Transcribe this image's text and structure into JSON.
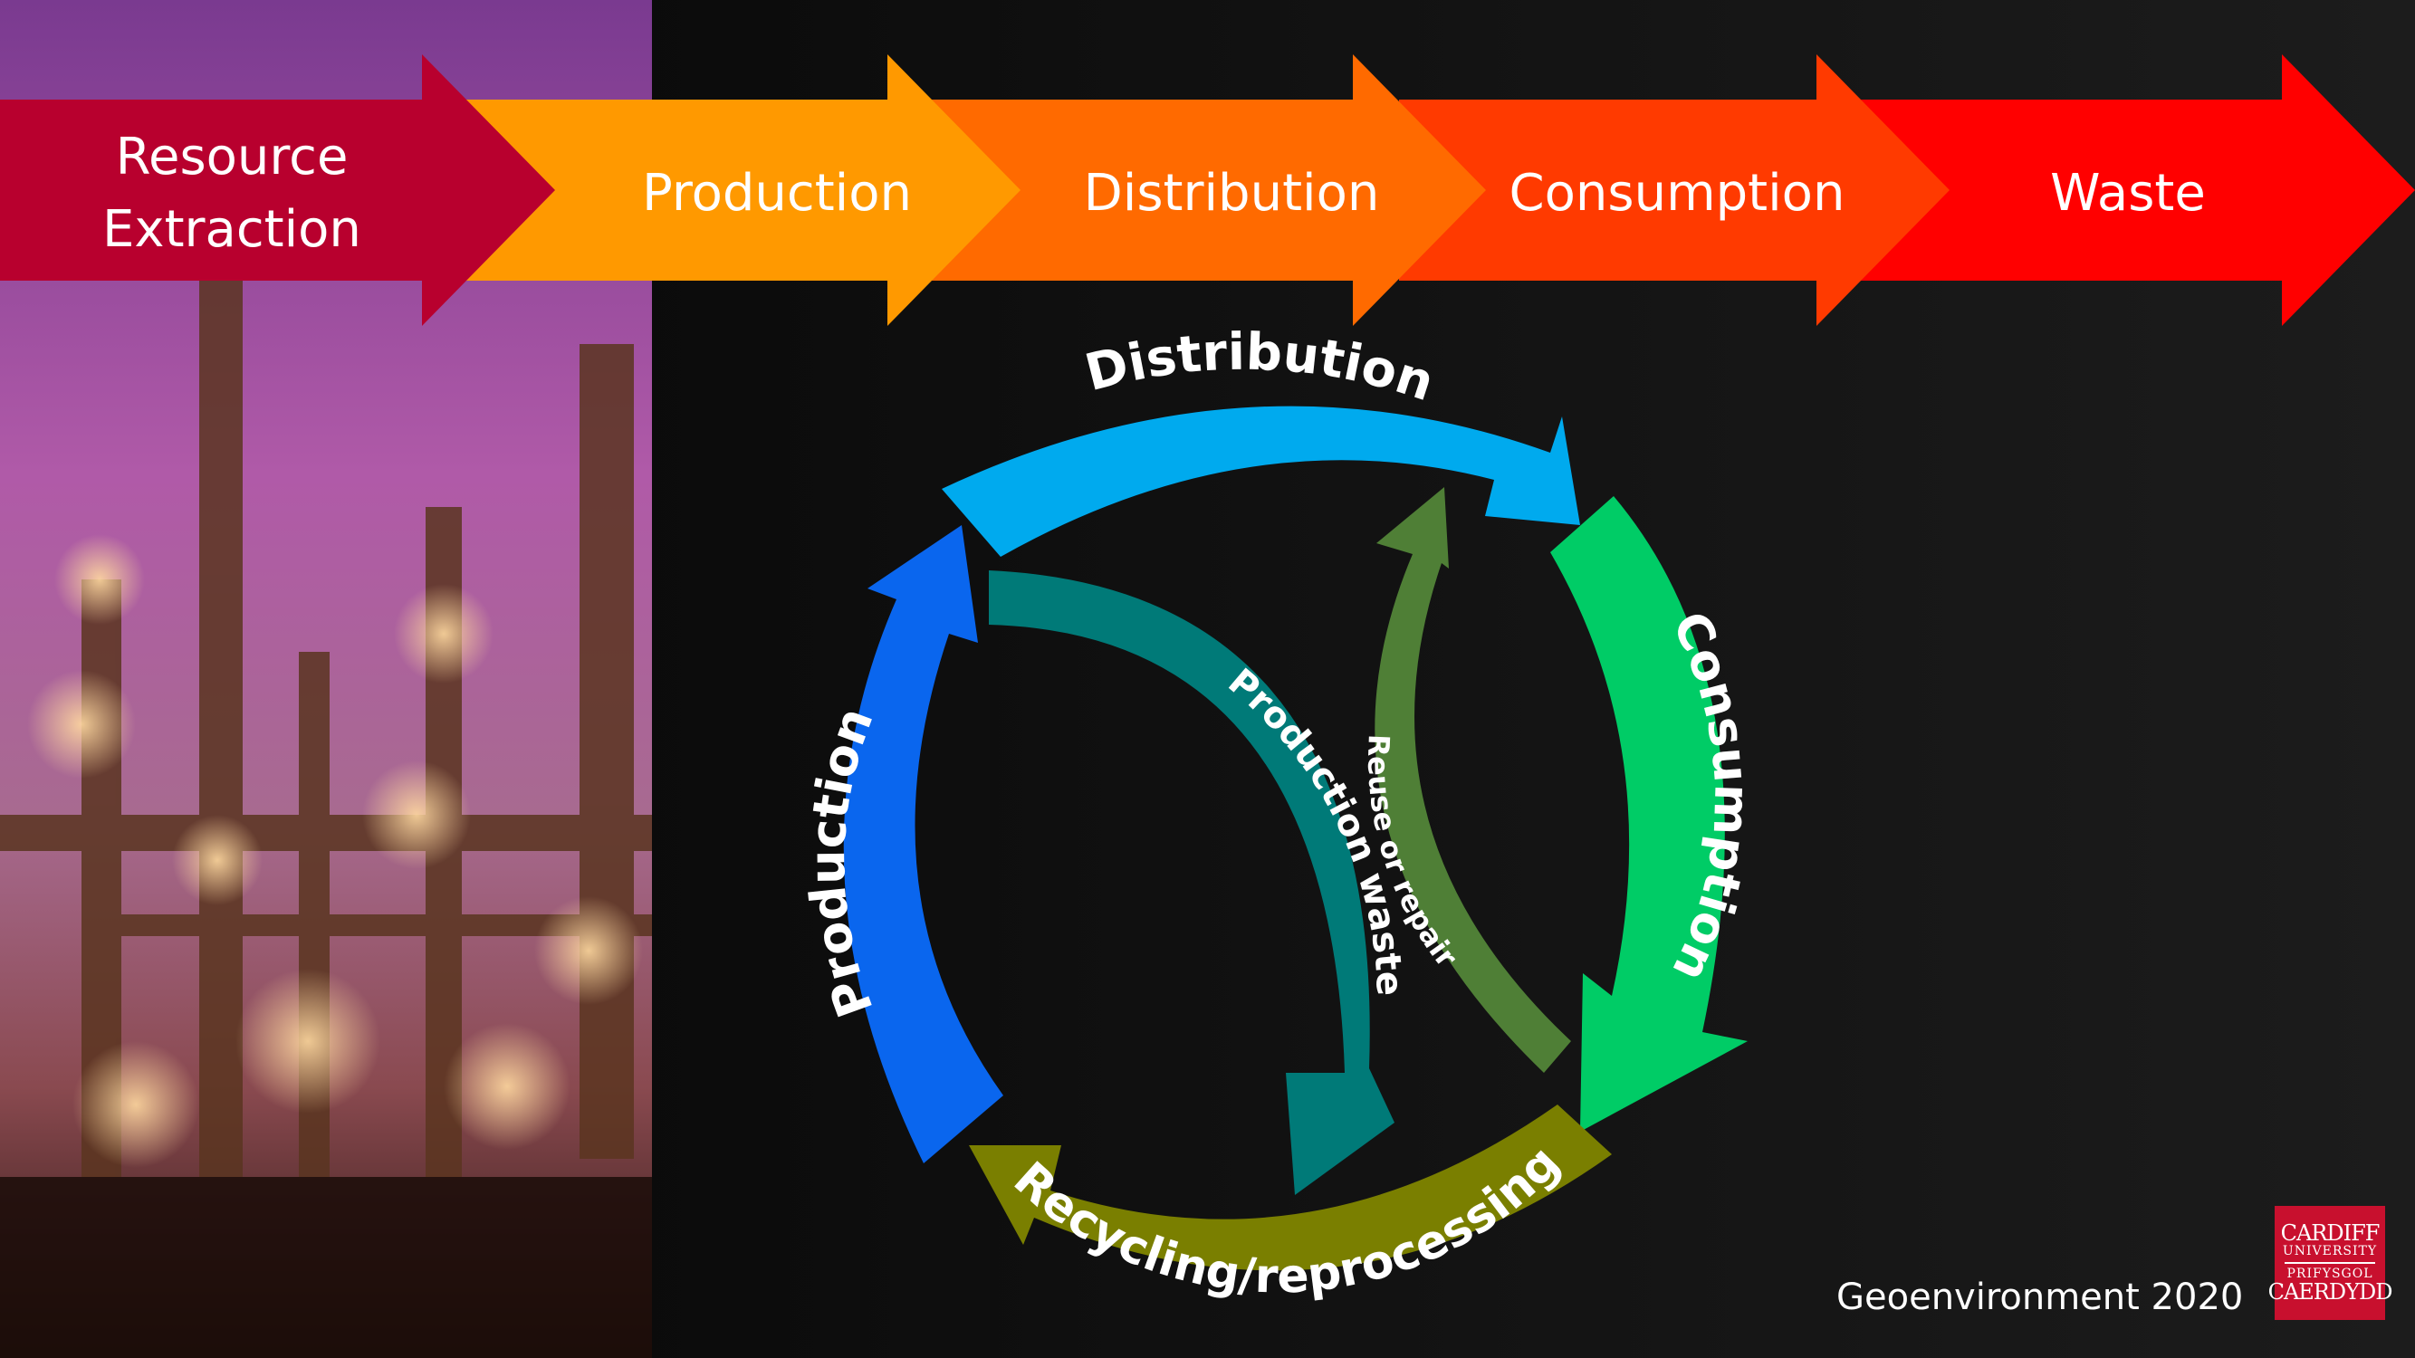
{
  "colors": {
    "resource_extraction": "#b8002e",
    "production": "#ff9900",
    "distribution": "#ff6a00",
    "consumption": "#ff3a00",
    "waste": "#ff0000",
    "cycle_distribution": "#00aaee",
    "cycle_consumption": "#00cc66",
    "cycle_recycling": "#7a7f00",
    "cycle_production": "#0a66ee",
    "production_waste": "#007a78",
    "reuse_or_repair": "#4f7f36"
  },
  "linear_chain": {
    "steps": [
      {
        "lines": [
          "Resource",
          "Extraction"
        ]
      },
      {
        "lines": [
          "Production"
        ]
      },
      {
        "lines": [
          "Distribution"
        ]
      },
      {
        "lines": [
          "Consumption"
        ]
      },
      {
        "lines": [
          "Waste"
        ]
      }
    ]
  },
  "cycle": {
    "distribution": "Distribution",
    "consumption": "Consumption",
    "recycling": "Recycling/reprocessing",
    "production": "Production",
    "production_waste": "Production waste",
    "reuse_or_repair": "Reuse or repair"
  },
  "footer": {
    "text": "Geoenvironment 2020"
  },
  "logo": {
    "line1": "CARDIFF",
    "line2": "UNIVERSITY",
    "line3": "PRIFYSGOL",
    "line4": "CAERDYDD"
  }
}
